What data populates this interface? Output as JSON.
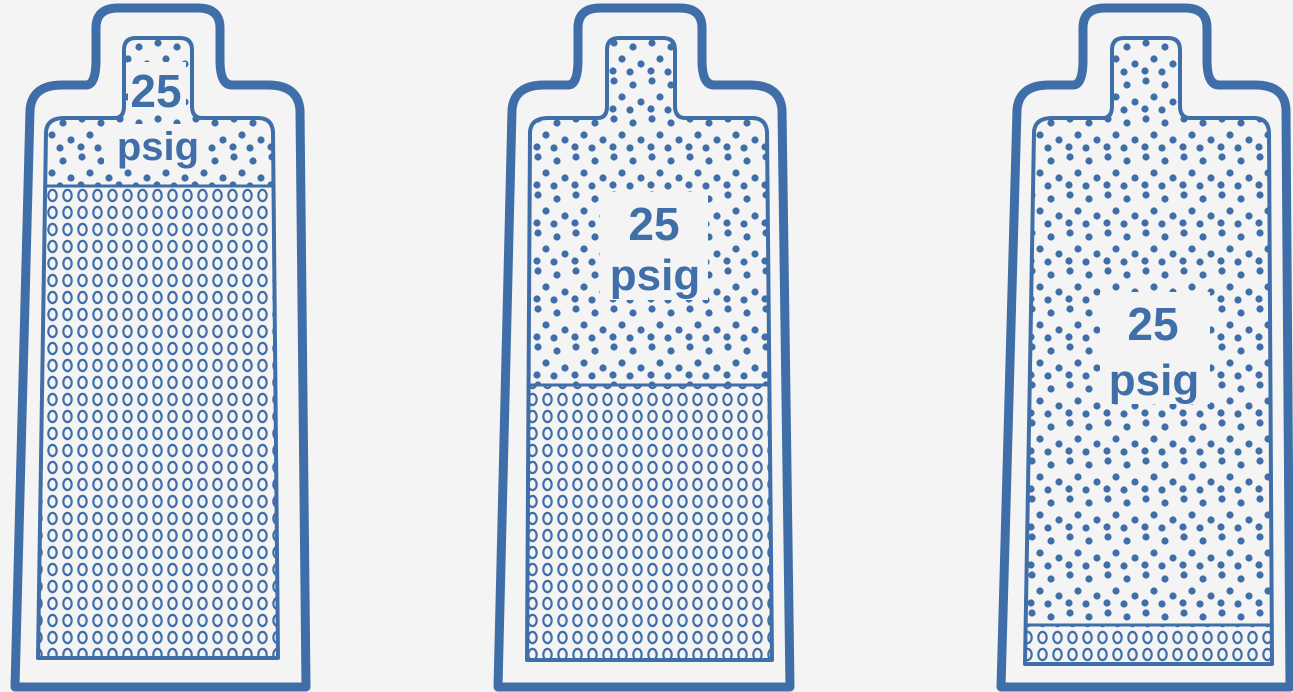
{
  "colors": {
    "ink": "#3f6ea8",
    "paper": "#f4f4f4"
  },
  "cylinders": [
    {
      "id": "left",
      "pressure_value": "25",
      "pressure_unit": "psig",
      "liquid_fill_fraction": 0.79
    },
    {
      "id": "middle",
      "pressure_value": "25",
      "pressure_unit": "psig",
      "liquid_fill_fraction": 0.49
    },
    {
      "id": "right",
      "pressure_value": "25",
      "pressure_unit": "psig",
      "liquid_fill_fraction": 0.07
    }
  ]
}
